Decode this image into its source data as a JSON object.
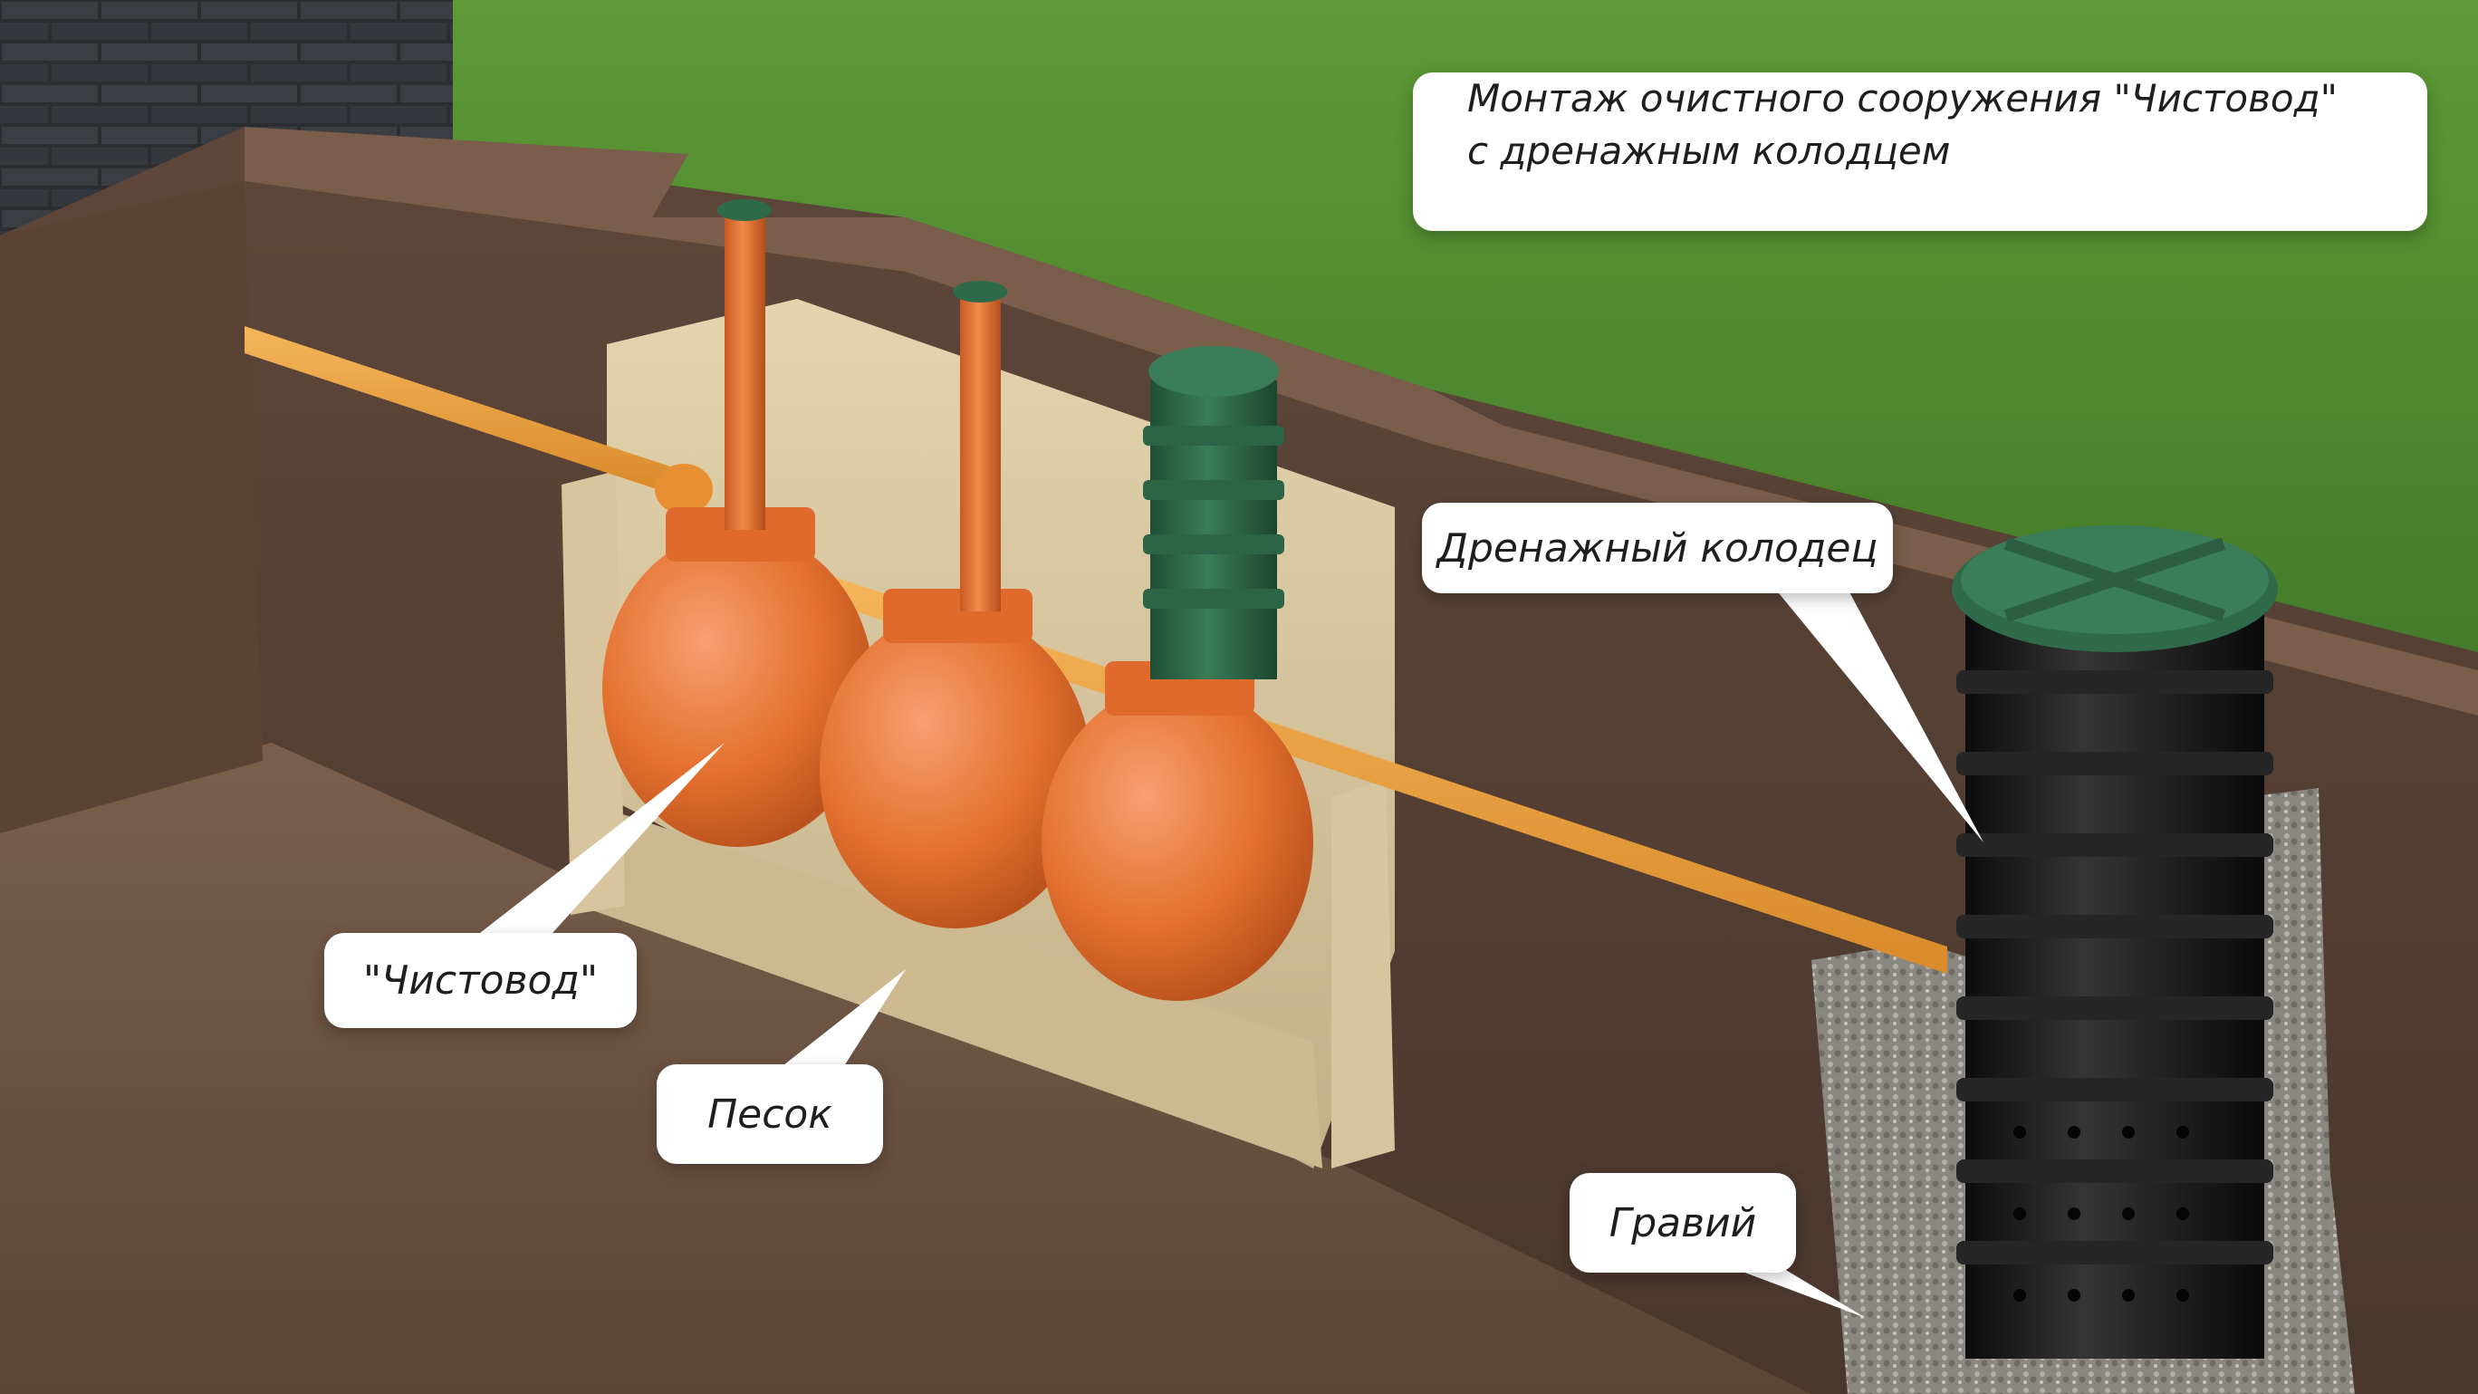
{
  "caption": {
    "line1": "Монтаж очистного сооружения \"Чистовод\"",
    "line2": "с дренажным колодцем"
  },
  "labels": {
    "drainage_well": "Дренажный колодец",
    "chistovod": "\"Чистовод\"",
    "sand": "Песок",
    "gravel": "Гравий"
  },
  "colors": {
    "grass": "#4f8a2e",
    "soil": "#6e5646",
    "sand": "#d9c9a3",
    "gravel": "#8d8a86",
    "tank": "#e8773c",
    "pipe": "#e89a3a",
    "lid_green": "#2f6a4a",
    "well_black": "#1c1c1c",
    "callout_bg": "#ffffff"
  },
  "parts": [
    "tank-1",
    "tank-2",
    "tank-3",
    "inlet-pipe",
    "drainage-well",
    "sand-bed",
    "gravel-bed",
    "brick-wall"
  ]
}
